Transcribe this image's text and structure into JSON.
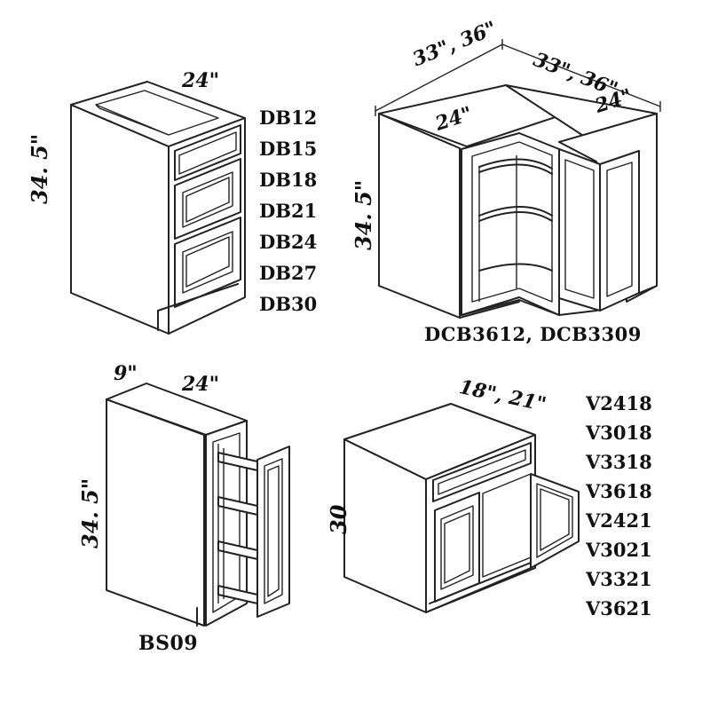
{
  "panels": {
    "drawer_base": {
      "width_label": "24\"",
      "height_label": "34. 5\"",
      "models": [
        "DB12",
        "DB15",
        "DB18",
        "DB21",
        "DB24",
        "DB27",
        "DB30"
      ]
    },
    "corner_base": {
      "top_left_label": "33\", 36\"",
      "top_right_label": "33\", 36\"",
      "left_depth_label": "24\"",
      "right_depth_label": "24\"",
      "height_label": "34. 5\"",
      "models": "DCB3612, DCB3309"
    },
    "spice_base": {
      "width_label": "9\"",
      "depth_label": "24\"",
      "height_label": "34. 5\"",
      "model": "BS09"
    },
    "vanity": {
      "depth_label": "18\", 21\"",
      "height_label": "30",
      "models": [
        "V2418",
        "V3018",
        "V3318",
        "V3618",
        "V2421",
        "V3021",
        "V3321",
        "V3621"
      ]
    }
  }
}
